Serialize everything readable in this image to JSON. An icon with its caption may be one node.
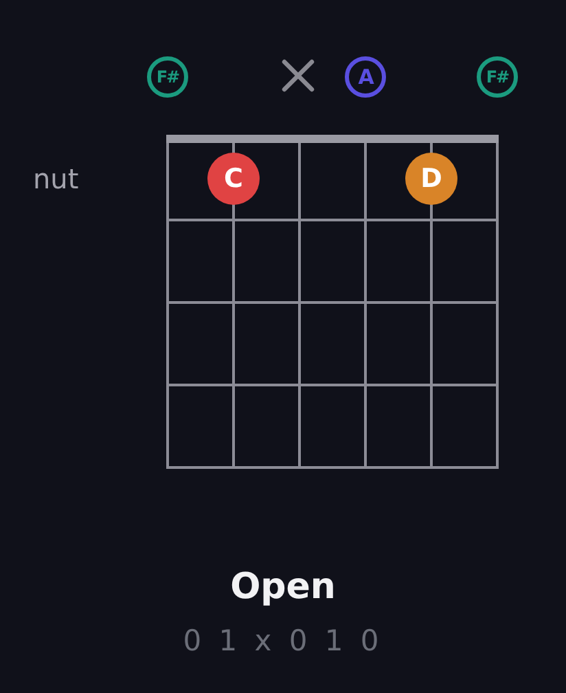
{
  "diagram": {
    "title": "Open",
    "nodes": [
      {
        "text": [
          "F#"
        ]
      },
      {
        "text": [
          "A"
        ]
      },
      {
        "text": [
          "F#"
        ]
      },
      {
        "text": [
          "C"
        ]
      },
      {
        "text": [
          "D"
        ]
      }
    ],
    "labels": [
      "nut",
      "0 1 x 0 1 0"
    ]
  }
}
